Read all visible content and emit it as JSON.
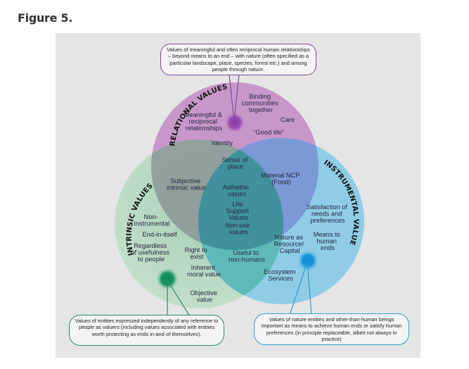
{
  "figure": {
    "title": "Figure 5."
  },
  "colors": {
    "background": "#e5e5e5",
    "relational": "#c590c8",
    "intrinsic": "#9ed1b0",
    "instrumental": "#6ec3e6",
    "relational_dot": "#8a3aa8",
    "intrinsic_dot": "#0b8a52",
    "instrumental_dot": "#0b8fd6",
    "relational_border": "#7d4a9a",
    "intrinsic_border": "#2e8a68",
    "instrumental_border": "#2a9fd0"
  },
  "circles": {
    "relational": {
      "title": "RELATIONAL VALUES",
      "labels": {
        "meaningful": [
          "Meaningful &",
          "reciprocal",
          "relationships"
        ],
        "binding": [
          "Binding",
          "communities",
          "together"
        ],
        "care": [
          "Care"
        ],
        "good_life": [
          "“Good life”"
        ],
        "identity": [
          "Identity"
        ]
      }
    },
    "intrinsic": {
      "title": "INTRINSIC VALUES",
      "labels": {
        "non_instrumental": [
          "Non-",
          "instrumental"
        ],
        "end_in_itself": [
          "End-in-itself"
        ],
        "regardless": [
          "Regardless",
          "of usefulness",
          "to people"
        ],
        "right_to_exist": [
          "Right to",
          "exist"
        ],
        "inherent": [
          "Inherent",
          "moral value"
        ],
        "objective": [
          "Objective",
          "value"
        ]
      }
    },
    "instrumental": {
      "title": "INSTRUMENTAL VALUES",
      "labels": {
        "satisfaction": [
          "Satisfaction of",
          "needs and",
          "preferences"
        ],
        "means": [
          "Means to",
          "human",
          "ends"
        ],
        "nature_resource": [
          "Nature as",
          "Resource/",
          "Capital"
        ],
        "ecosystem": [
          "Ecosystem",
          "Services"
        ]
      }
    },
    "overlaps": {
      "sense_of_place": [
        "Sense of",
        "place"
      ],
      "material_ncp": [
        "Material NCP",
        "(Food)"
      ],
      "subjective": [
        "Subjective",
        "intrinsic value"
      ],
      "aesthetic": [
        "Asthethic",
        "values"
      ],
      "life_support": [
        "Life",
        "Support",
        "Values"
      ],
      "non_use": [
        "Non-use",
        "values"
      ],
      "useful_nonhumans": [
        "Useful to",
        "non-humans"
      ]
    }
  },
  "callouts": {
    "relational": "Values of meaningful and often reciprocal human relationships – beyond means to an end – with nature (often specified as a particular landscape, place, species, forest etc.) and among people through nature.",
    "intrinsic": "Values of entities expressed independently of any reference to people as valuers (including  values associated with entities worth protecting as ends in-and-of themselves).",
    "instrumental": "Values of nature entities and other-than-human beings important as means to achieve human ends or satisfy human preferences (in principle replaceable, albeit not always in practice)"
  }
}
